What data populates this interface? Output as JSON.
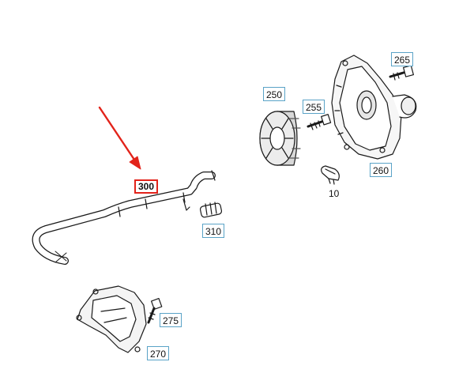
{
  "diagram": {
    "callouts": {
      "c250": "250",
      "c255": "255",
      "c265": "265",
      "c260": "260",
      "c10": "10",
      "c300": "300",
      "c310": "310",
      "c275": "275",
      "c270": "270"
    },
    "colors": {
      "callout_border": "#5aa3c7",
      "selected_border": "#e2231a",
      "arrow": "#e2231a",
      "line_art": "#1a1a1a"
    }
  }
}
